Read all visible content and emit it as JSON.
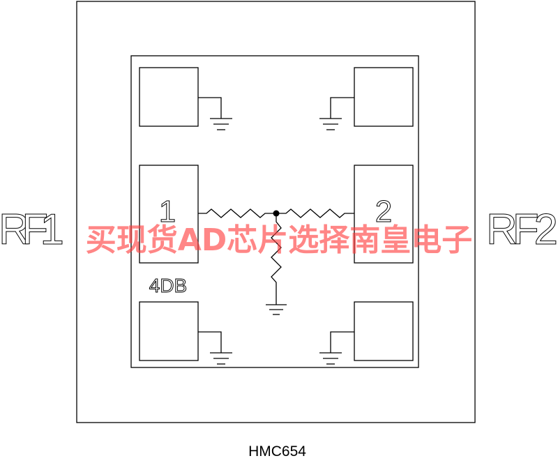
{
  "diagram": {
    "part_number": "HMC654",
    "attenuation_label": "4DB",
    "pads": {
      "port1": "1",
      "port2": "2"
    },
    "ports": {
      "left": "RF1",
      "right": "RF2"
    }
  },
  "watermark": "买现货AD芯片选择南皇电子"
}
